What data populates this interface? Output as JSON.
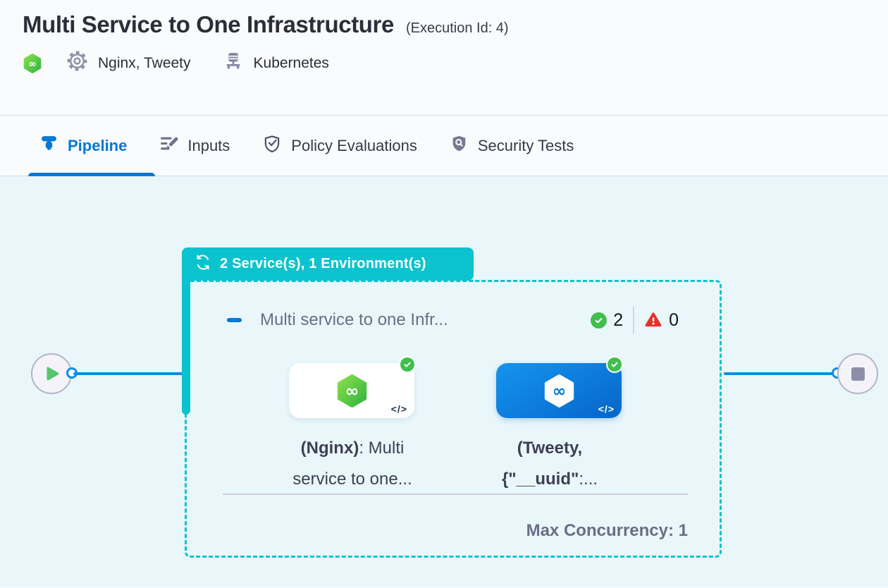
{
  "header": {
    "title": "Multi Service to One Infrastructure",
    "execution_id": "(Execution Id: 4)",
    "services": "Nginx, Tweety",
    "infrastructure": "Kubernetes"
  },
  "tabs": [
    {
      "label": "Pipeline",
      "active": true
    },
    {
      "label": "Inputs",
      "active": false
    },
    {
      "label": "Policy Evaluations",
      "active": false
    },
    {
      "label": "Security Tests",
      "active": false
    }
  ],
  "stage": {
    "badge": "2 Service(s), 1 Environment(s)",
    "name": "Multi service to one Infr...",
    "success_count": "2",
    "error_count": "0",
    "max_concurrency": "Max Concurrency: 1",
    "services": [
      {
        "line1_bold": "(Nginx)",
        "line1_rest": ": Multi",
        "line2_bold": "",
        "line2_rest": "service to one...",
        "code_mark": "</>"
      },
      {
        "line1_bold": "(Tweety,",
        "line1_rest": "",
        "line2_bold": "{\"__uuid\"",
        "line2_rest": ":...",
        "code_mark": "</>"
      }
    ]
  },
  "colors": {
    "teal": "#0bc3ce",
    "blue": "#0278d5",
    "edge-blue": "#0b8de4",
    "green": "#3fbf4e",
    "red": "#e3342b",
    "canvas-bg": "#e9f7fb",
    "header-bg": "#fafbfd",
    "text-dark": "#22222a",
    "text-gray": "#6b6d85",
    "label-dark": "#3e3f54"
  }
}
